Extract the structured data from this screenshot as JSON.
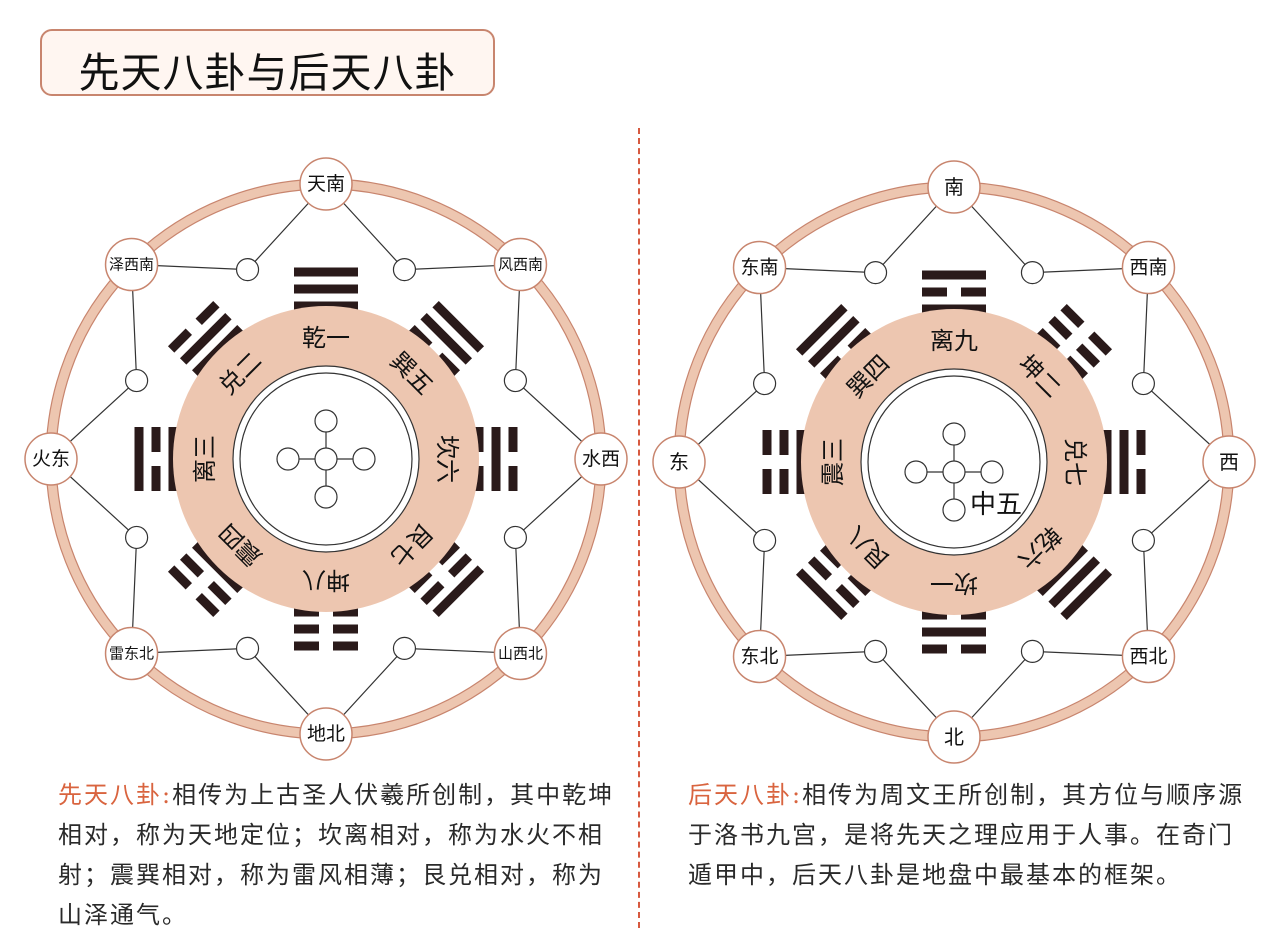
{
  "title": "先天八卦与后天八卦",
  "colors": {
    "ring": "#edc6b0",
    "ring_stroke": "#c8856e",
    "accent": "#d9643f",
    "bar": "#2a1a1a",
    "line": "#333333"
  },
  "left": {
    "directions": [
      "天南",
      "风西南",
      "水西",
      "山西北",
      "地北",
      "雷东北",
      "火东",
      "泽西南"
    ],
    "trigram_names": [
      "乾一",
      "巽五",
      "坎六",
      "艮七",
      "坤八",
      "震四",
      "离三",
      "兑二"
    ],
    "trigram_lines": [
      [
        1,
        1,
        1
      ],
      [
        1,
        1,
        0
      ],
      [
        0,
        1,
        0
      ],
      [
        1,
        0,
        0
      ],
      [
        0,
        0,
        0
      ],
      [
        0,
        0,
        1
      ],
      [
        1,
        0,
        1
      ],
      [
        0,
        1,
        1
      ]
    ],
    "center_label": "",
    "description": {
      "heading": "先天八卦:",
      "text": "相传为上古圣人伏羲所创制，其中乾坤相对，称为天地定位；坎离相对，称为水火不相射；震巽相对，称为雷风相薄；艮兑相对，称为山泽通气。"
    }
  },
  "right": {
    "directions": [
      "南",
      "西南",
      "西",
      "西北",
      "北",
      "东北",
      "东",
      "东南"
    ],
    "trigram_names": [
      "离九",
      "坤二",
      "兑七",
      "乾六",
      "坎一",
      "艮八",
      "震三",
      "巽四"
    ],
    "trigram_lines": [
      [
        1,
        0,
        1
      ],
      [
        0,
        0,
        0
      ],
      [
        0,
        1,
        1
      ],
      [
        1,
        1,
        1
      ],
      [
        0,
        1,
        0
      ],
      [
        1,
        0,
        0
      ],
      [
        0,
        0,
        1
      ],
      [
        1,
        1,
        0
      ]
    ],
    "center_label": "中五",
    "description": {
      "heading": "后天八卦:",
      "text": "相传为周文王所创制，其方位与顺序源于洛书九宫，是将先天之理应用于人事。在奇门遁甲中，后天八卦是地盘中最基本的框架。"
    }
  }
}
